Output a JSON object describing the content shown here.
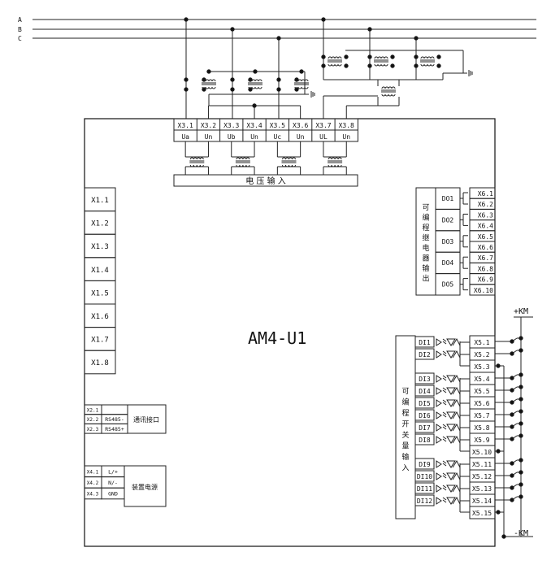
{
  "device": {
    "model": "AM4-U1"
  },
  "bus": {
    "phases": [
      "A",
      "B",
      "C"
    ],
    "plus_km": "+KM",
    "minus_km": "-KM"
  },
  "voltage_input": {
    "label": "电 压 输 入",
    "terminals": [
      {
        "id": "X3.1",
        "signal": "Ua"
      },
      {
        "id": "X3.2",
        "signal": "Un"
      },
      {
        "id": "X3.3",
        "signal": "Ub"
      },
      {
        "id": "X3.4",
        "signal": "Un"
      },
      {
        "id": "X3.5",
        "signal": "Uc"
      },
      {
        "id": "X3.6",
        "signal": "Un"
      },
      {
        "id": "X3.7",
        "signal": "UL"
      },
      {
        "id": "X3.8",
        "signal": "Un"
      }
    ]
  },
  "x1_terminals": [
    "X1.1",
    "X1.2",
    "X1.3",
    "X1.4",
    "X1.5",
    "X1.6",
    "X1.7",
    "X1.8"
  ],
  "relay_output": {
    "label": [
      "可",
      "编",
      "程",
      "继",
      "电",
      "器",
      "输",
      "出"
    ],
    "channels": [
      {
        "name": "DO1",
        "terminals": [
          "X6.1",
          "X6.2"
        ]
      },
      {
        "name": "DO2",
        "terminals": [
          "X6.3",
          "X6.4"
        ]
      },
      {
        "name": "DO3",
        "terminals": [
          "X6.5",
          "X6.6"
        ]
      },
      {
        "name": "DO4",
        "terminals": [
          "X6.7",
          "X6.8"
        ]
      },
      {
        "name": "DO5",
        "terminals": [
          "X6.9",
          "X6.10"
        ]
      }
    ]
  },
  "comm": {
    "label": "通讯接口",
    "rows": [
      {
        "id": "X2.1",
        "signal": ""
      },
      {
        "id": "X2.2",
        "signal": "RS485-"
      },
      {
        "id": "X2.3",
        "signal": "RS485+"
      }
    ]
  },
  "power": {
    "label": "装置电源",
    "rows": [
      {
        "id": "X4.1",
        "signal": "L/+"
      },
      {
        "id": "X4.2",
        "signal": "N/-"
      },
      {
        "id": "X4.3",
        "signal": "GND"
      }
    ]
  },
  "digital_input": {
    "label": [
      "可",
      "编",
      "程",
      "开",
      "关",
      "量",
      "输",
      "入"
    ],
    "inputs": [
      "DI1",
      "DI2",
      "DI3",
      "DI4",
      "DI5",
      "DI6",
      "DI7",
      "DI8",
      "DI9",
      "DI10",
      "DI11",
      "DI12"
    ],
    "terminals": [
      "X5.1",
      "X5.2",
      "X5.3",
      "X5.4",
      "X5.5",
      "X5.6",
      "X5.7",
      "X5.8",
      "X5.9",
      "X5.10",
      "X5.11",
      "X5.12",
      "X5.13",
      "X5.14",
      "X5.15"
    ]
  }
}
